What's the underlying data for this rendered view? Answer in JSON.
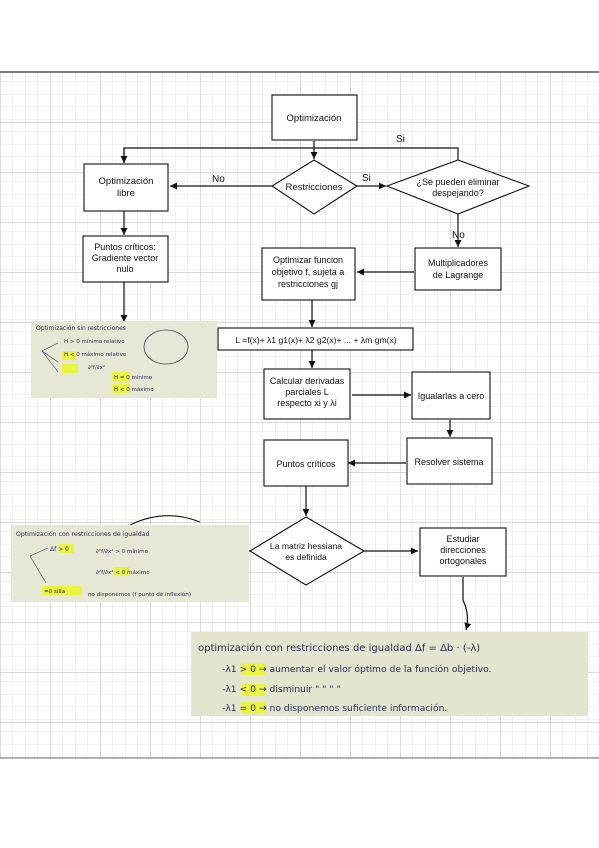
{
  "nodes": {
    "optimizacion": [
      "Optimización"
    ],
    "restricciones": [
      "Restricciones"
    ],
    "opt_libre": [
      "Optimización",
      "libre"
    ],
    "se_pueden": [
      "¿Se pueden eliminar",
      "despejando?"
    ],
    "puntos_criticos_grad": [
      "Puntos críticos:",
      "Gradiente vector",
      "nulo"
    ],
    "optimizar_funcion": [
      "Optimizar funcion",
      "objetivo f, sujeta a",
      "restricciones gj"
    ],
    "multiplicadores": [
      "Multiplicadores",
      "de Lagrange"
    ],
    "lagrangiana": [
      "L =f(x)+ λ1 g1(x)+ λ2 g2(x)+ ... + λm gm(x)"
    ],
    "calcular_derivadas": [
      "Calcular derivadas",
      "parciales L",
      "respecto xi y λi"
    ],
    "igualarlas": [
      "Igualarlas a cero"
    ],
    "puntos_criticos": [
      "Puntos críticos"
    ],
    "resolver_sistema": [
      "Resolver sistema"
    ],
    "matriz_hessiana": [
      "La matriz hessiana",
      "es definida"
    ],
    "estudiar": [
      "Estudiar",
      "direcciones",
      "ortogonales"
    ]
  },
  "edge_labels": {
    "si_top": "Si",
    "no_left": "No",
    "si_right": "Si",
    "no_down": "No"
  },
  "notes": {
    "note1": [
      "Optimización sin restricciones",
      "H > 0 mínimo relativo",
      "H < 0 máximo relativo",
      "∂²f/∂x²",
      "H = 0 mínimo",
      "H < 0 máximo"
    ],
    "note2": [
      "Optimización con restricciones de igualdad",
      "Δf > 0",
      "∂²f/∂x² > 0 mínimo",
      "∂²f/∂x² < 0 máximo",
      "=0 silla",
      "no disponemos (f punto de inflexión)"
    ],
    "note3": [
      "optimización con restricciones de igualdad  Δf = Δb · (-λ)",
      "-λ1 > 0 → aumentar el valor óptimo de la función objetivo.",
      "-λ1 < 0 → disminuir  \"      \"      \"      \"",
      "-λ1 = 0 → no disponemos suficiente información."
    ]
  },
  "colors": {
    "page_background": "#ffffff",
    "grid_line": "#c9c9c9",
    "node_stroke": "#111111",
    "note_paper": "#e8ead8",
    "highlight": "#e9f540",
    "ink": "#2a2f55"
  }
}
